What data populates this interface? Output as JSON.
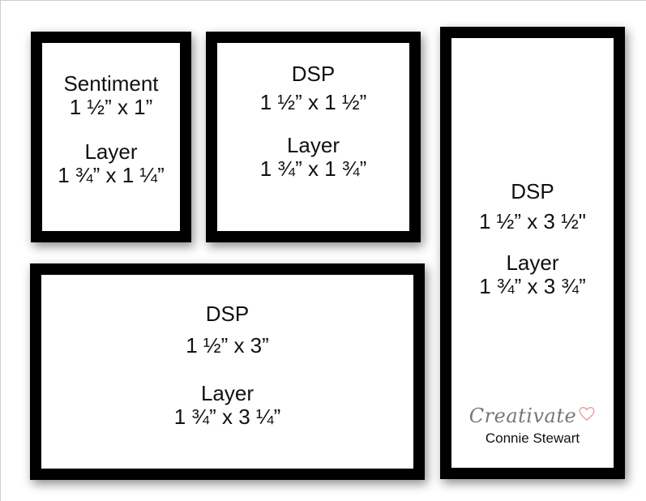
{
  "frames": {
    "sentiment": {
      "title": "Sentiment",
      "size": "1 ½” x 1”",
      "layer_label": "Layer",
      "layer_size": "1 ¾” x 1 ¼”"
    },
    "dsp_square": {
      "title": "DSP",
      "size": "1 ½” x 1 ½”",
      "layer_label": "Layer",
      "layer_size": "1 ¾” x 1 ¾”"
    },
    "dsp_tall": {
      "title": "DSP",
      "size": "1 ½” x 3 ½\"",
      "layer_label": "Layer",
      "layer_size": "1 ¾” x 3 ¾”"
    },
    "dsp_wide": {
      "title": "DSP",
      "size": "1 ½” x 3”",
      "layer_label": "Layer",
      "layer_size": "1 ¾” x 3 ¼”"
    }
  },
  "branding": {
    "logo_text": "Creativate",
    "name": "Connie Stewart",
    "icon": "heart-icon"
  },
  "colors": {
    "frame": "#000000",
    "background": "#ffffff",
    "logo": "#777777",
    "heart": "#e8a3a3"
  }
}
